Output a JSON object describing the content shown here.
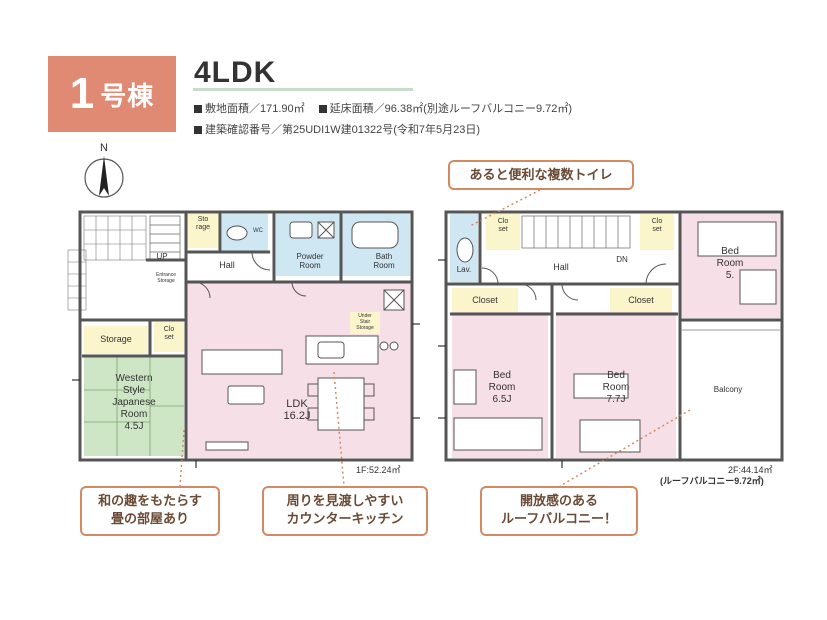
{
  "header": {
    "building_num": "1",
    "building_label": "号棟",
    "plan_type": "4LDK",
    "info_line1_a": "敷地面積／171.90㎡",
    "info_line1_b": "延床面積／96.38㎡(別途ルーフバルコニー9.72㎡)",
    "info_line2": "建築確認番号／第25UDI1W建01322号(令和7年5月23日)"
  },
  "compass": {
    "label": "N"
  },
  "floor1": {
    "area_label": "1F:52.24㎡",
    "rooms": {
      "storage_small": "Sto\nrage",
      "toilet": "WC",
      "hall": "Hall",
      "powder": "Powder\nRoom",
      "bath": "Bath\nRoom",
      "up": "UP",
      "entrance": "Entrance\nStorage",
      "storage": "Storage",
      "closet": "Clo\nset",
      "japanese": "Western\nStyle\nJapanese\nRoom\n4.5J",
      "ldk": "LDK\n16.2J",
      "under_stairs": "Under\nStair\nStorage"
    }
  },
  "floor2": {
    "area_label": "2F:44.14㎡",
    "area_label2": "(ルーフバルコニー9.72㎡)",
    "rooms": {
      "closet_a": "Clo\nset",
      "closet_b": "Clo\nset",
      "lav": "Lav.",
      "hall": "Hall",
      "dn": "DN",
      "bed1": "Bed\nRoom\n5.",
      "closet1": "Closet",
      "closet2": "Closet",
      "bed2": "Bed\nRoom\n6.5J",
      "bed3": "Bed\nRoom\n7.7J",
      "balcony": "Balcony"
    }
  },
  "callouts": {
    "toilet": "あると便利な複数トイレ",
    "japanese_1": "和の趣をもたらす",
    "japanese_2": "畳の部屋あり",
    "kitchen_1": "周りを見渡しやすい",
    "kitchen_2": "カウンターキッチン",
    "balcony_1": "開放感のある",
    "balcony_2": "ルーフバルコニー！"
  },
  "colors": {
    "badge": "#e08a73",
    "callout_border": "#d28a63",
    "ldk": "#f6dfe7",
    "water": "#cfe7f3",
    "tatami": "#cfe6c6",
    "storage": "#fbf5cc",
    "wall": "#555555"
  }
}
